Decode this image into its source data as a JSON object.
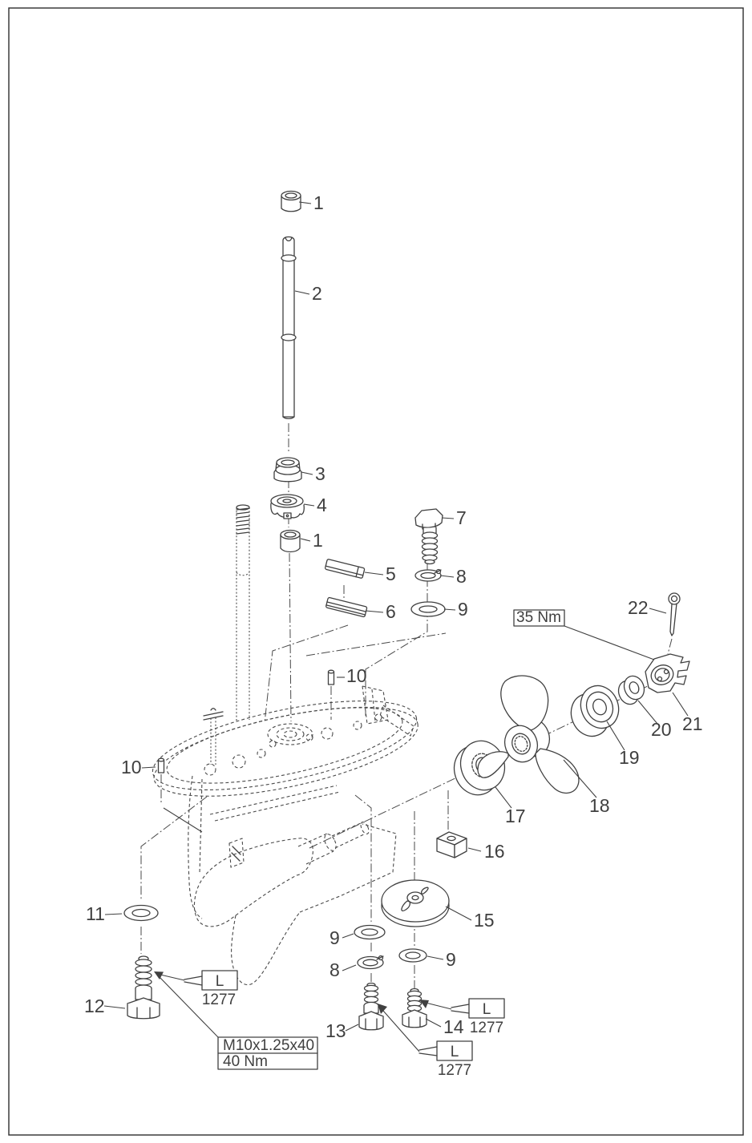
{
  "diagram": {
    "callouts": {
      "c1_top": "1",
      "c2": "2",
      "c3": "3",
      "c4": "4",
      "c1_mid": "1",
      "c5": "5",
      "c6": "6",
      "c7": "7",
      "c8": "8",
      "c9": "9",
      "c10_upper": "10",
      "c10_left": "10",
      "c11": "11",
      "c12": "12",
      "c13": "13",
      "c14": "14",
      "c15": "15",
      "c16": "16",
      "c17": "17",
      "c18": "18",
      "c19": "19",
      "c20": "20",
      "c21": "21",
      "c22": "22",
      "c9_mid": "9",
      "c8_mid": "8",
      "c9_right": "9"
    },
    "annotations": {
      "torque_prop_nut": "35 Nm",
      "bolt_spec": "M10x1.25x40",
      "bolt_torque": "40 Nm",
      "loctite_letter": "L",
      "loctite_number": "1277"
    }
  }
}
